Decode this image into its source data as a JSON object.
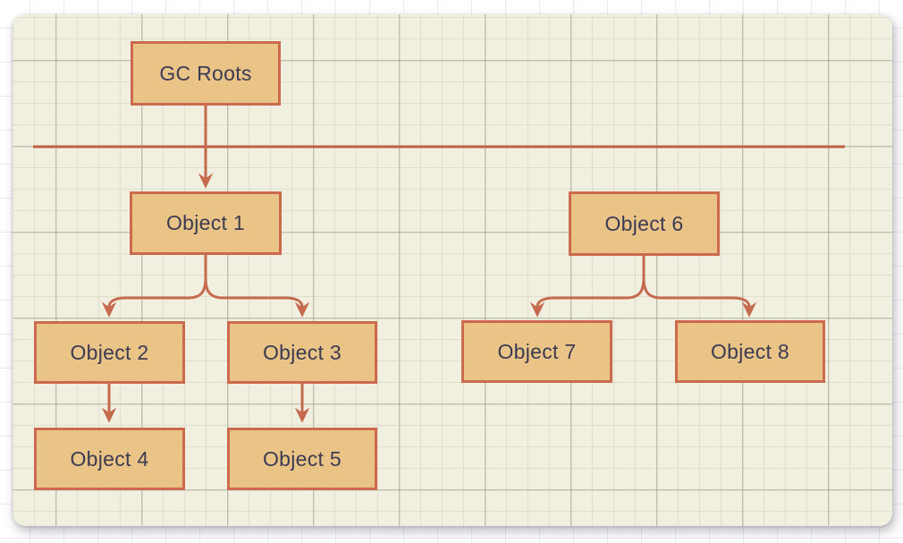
{
  "diagram": {
    "type": "object-graph",
    "topic": "GC Roots reachability",
    "nodes": [
      {
        "id": "gc-roots",
        "label": "GC Roots"
      },
      {
        "id": "object-1",
        "label": "Object 1"
      },
      {
        "id": "object-2",
        "label": "Object 2"
      },
      {
        "id": "object-3",
        "label": "Object 3"
      },
      {
        "id": "object-4",
        "label": "Object 4"
      },
      {
        "id": "object-5",
        "label": "Object 5"
      },
      {
        "id": "object-6",
        "label": "Object 6"
      },
      {
        "id": "object-7",
        "label": "Object 7"
      },
      {
        "id": "object-8",
        "label": "Object 8"
      }
    ],
    "edges": [
      {
        "from": "gc-roots",
        "to": "object-1"
      },
      {
        "from": "object-1",
        "to": "object-2"
      },
      {
        "from": "object-1",
        "to": "object-3"
      },
      {
        "from": "object-2",
        "to": "object-4"
      },
      {
        "from": "object-3",
        "to": "object-5"
      },
      {
        "from": "object-6",
        "to": "object-7"
      },
      {
        "from": "object-6",
        "to": "object-8"
      }
    ],
    "separator": {
      "role": "divider between GC Roots and heap objects"
    },
    "colors": {
      "node_fill": "#eac487",
      "node_border": "#cb6a4c",
      "node_text": "#3c3b52",
      "connector": "#c66a4e",
      "separator": "#c05f44",
      "canvas_bg": "#f1efe0"
    }
  }
}
